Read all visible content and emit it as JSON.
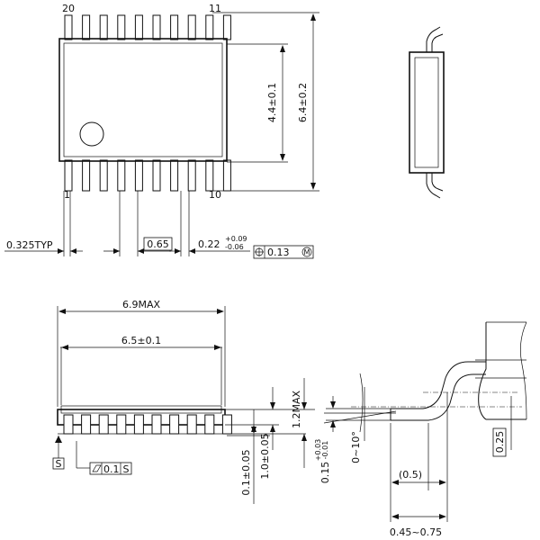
{
  "pin_labels": {
    "top_left": "20",
    "top_right": "11",
    "bottom_left": "1",
    "bottom_right": "10"
  },
  "top_view": {
    "body_width": "4.4±0.1",
    "overall_width": "6.4±0.2",
    "lead_edge": "0.325TYP",
    "pitch": "0.65",
    "lead_width_nominal": "0.22",
    "lead_width_plus": "+0.09",
    "lead_width_minus": "-0.06",
    "position_tolerance": "0.13",
    "position_modifier": "M"
  },
  "side_view": {
    "overall_length": "6.9MAX",
    "body_length": "6.5±0.1",
    "height_max": "1.2MAX",
    "body_thickness": "1.0±0.05",
    "standoff": "0.1±0.05",
    "datum": "S",
    "flatness": "0.1",
    "flatness_datum": "S"
  },
  "detail_view": {
    "foot_angle": "0~10°",
    "lead_thickness_nominal": "0.15",
    "lead_thickness_plus": "+0.03",
    "lead_thickness_minus": "-0.01",
    "lead_length_ref": "(0.5)",
    "foot_length": "0.45~0.75",
    "clearance": "0.25"
  }
}
